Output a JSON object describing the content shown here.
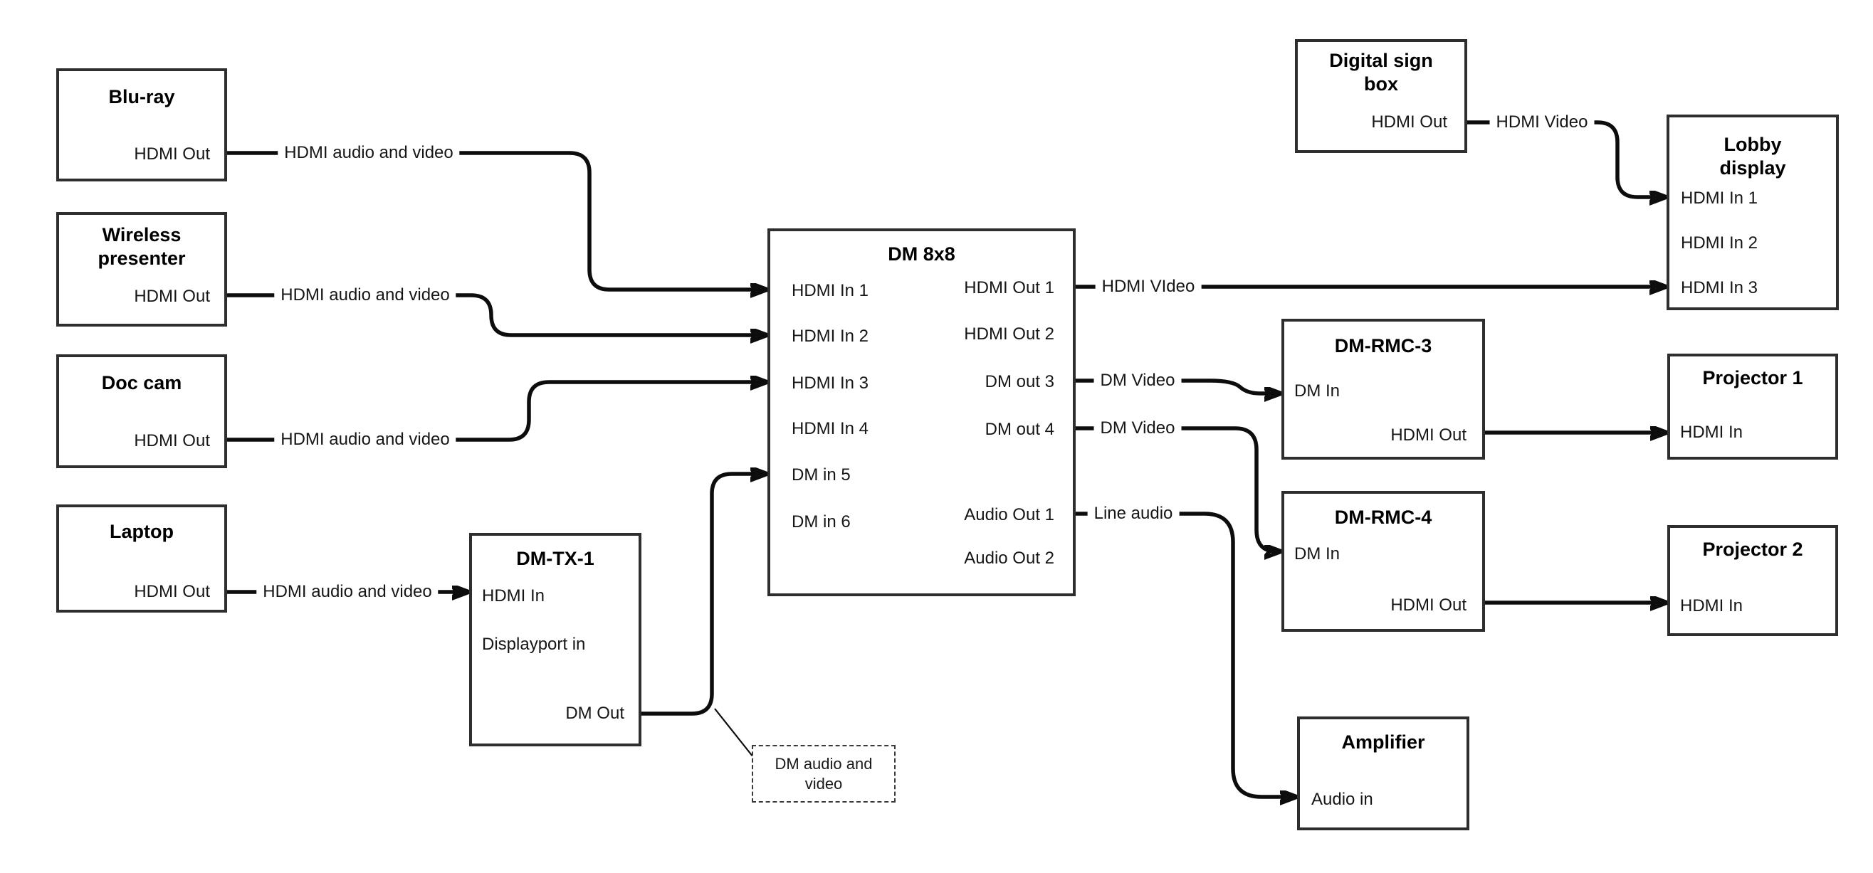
{
  "nodes": {
    "bluray": {
      "title": "Blu-ray",
      "port_hdmi_out": "HDMI Out"
    },
    "wireless": {
      "title": "Wireless presenter",
      "port_hdmi_out": "HDMI Out"
    },
    "doccam": {
      "title": "Doc cam",
      "port_hdmi_out": "HDMI Out"
    },
    "laptop": {
      "title": "Laptop",
      "port_hdmi_out": "HDMI Out"
    },
    "dmtx1": {
      "title": "DM-TX-1",
      "port_hdmi_in": "HDMI In",
      "port_dp_in": "Displayport in",
      "port_dm_out": "DM Out"
    },
    "dm8x8": {
      "title": "DM 8x8",
      "port_in1": "HDMI In 1",
      "port_in2": "HDMI In 2",
      "port_in3": "HDMI In 3",
      "port_in4": "HDMI In 4",
      "port_in5": "DM in 5",
      "port_in6": "DM in 6",
      "port_out1": "HDMI Out 1",
      "port_out2": "HDMI Out 2",
      "port_out3": "DM out 3",
      "port_out4": "DM out 4",
      "port_aout1": "Audio Out 1",
      "port_aout2": "Audio Out 2"
    },
    "signbox": {
      "title": "Digital sign box",
      "port_hdmi_out": "HDMI Out"
    },
    "lobby": {
      "title": "Lobby display",
      "port_in1": "HDMI In 1",
      "port_in2": "HDMI In 2",
      "port_in3": "HDMI In 3"
    },
    "dmrmc3": {
      "title": "DM-RMC-3",
      "port_dm_in": "DM In",
      "port_hdmi_out": "HDMI Out"
    },
    "proj1": {
      "title": "Projector 1",
      "port_hdmi_in": "HDMI In"
    },
    "dmrmc4": {
      "title": "DM-RMC-4",
      "port_dm_in": "DM In",
      "port_hdmi_out": "HDMI Out"
    },
    "proj2": {
      "title": "Projector 2",
      "port_hdmi_in": "HDMI In"
    },
    "amp": {
      "title": "Amplifier",
      "port_audio_in": "Audio in"
    }
  },
  "edge_labels": {
    "bluray_dm": "HDMI audio and video",
    "wireless_dm": "HDMI audio and video",
    "doccam_dm": "HDMI audio and video",
    "laptop_dmtx": "HDMI audio and video",
    "out1_lobby": "HDMI VIdeo",
    "sign_lobby": "HDMI Video",
    "out3_rmc3": "DM Video",
    "out4_rmc4": "DM Video",
    "aout1_amp": "Line audio"
  },
  "annotation": {
    "text": "DM audio and video"
  }
}
